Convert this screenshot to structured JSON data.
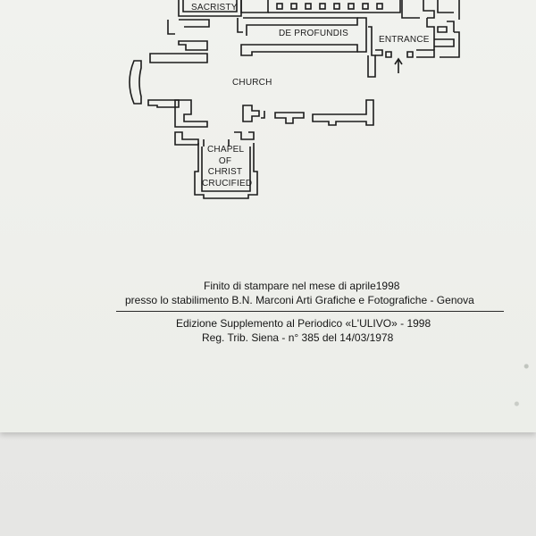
{
  "floor_plan": {
    "labels": {
      "sacristy": "SACRISTY",
      "de_profundis": "DE PROFUNDIS",
      "entrance": "ENTRANCE",
      "church": "CHURCH",
      "chapel_line1": "CHAPEL",
      "chapel_line2": "OF",
      "chapel_line3": "CHRIST",
      "chapel_line4": "CRUCIFIED"
    }
  },
  "colophon": {
    "printing_line1": "Finito di stampare nel mese di aprile1998",
    "printing_line2": "presso lo stabilimento B.N. Marconi Arti Grafiche e Fotografiche - Genova",
    "edition_line1": "Edizione Supplemento al Periodico «L'ULIVO» - 1998",
    "edition_line2": "Reg. Trib. Siena - n° 385 del 14/03/1978"
  },
  "colors": {
    "paper": "#efefeb",
    "ink": "#1c1c1c"
  }
}
